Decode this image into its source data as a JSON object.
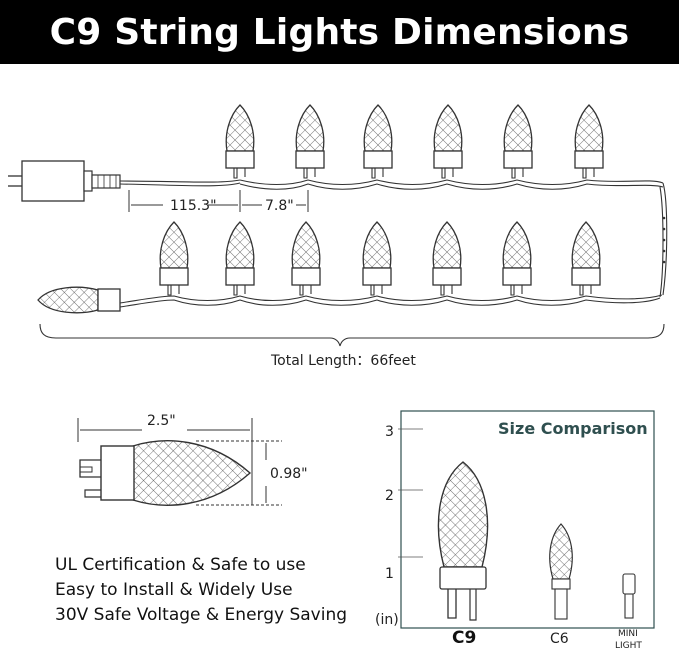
{
  "title": "C9 String Lights Dimensions",
  "string_diagram": {
    "lead_length": "115.3\"",
    "bulb_spacing": "7.8\"",
    "total_length": "Total Length：66feet"
  },
  "bulb_diagram": {
    "length": "2.5\"",
    "diameter": "0.98\""
  },
  "features": [
    "UL Certification & Safe to use",
    "Easy to Install & Widely Use",
    "30V Safe Voltage & Energy Saving"
  ],
  "comparison": {
    "title": "Size Comparison",
    "ticks": [
      "1",
      "2",
      "3"
    ],
    "unit": "(in)",
    "labels": {
      "c9": "C9",
      "c6": "C6",
      "mini_line1": "MINI",
      "mini_line2": "LIGHT"
    }
  },
  "colors": {
    "title_background": "#000000",
    "line": "#333333",
    "comparison_border": "#2f4f4f"
  }
}
